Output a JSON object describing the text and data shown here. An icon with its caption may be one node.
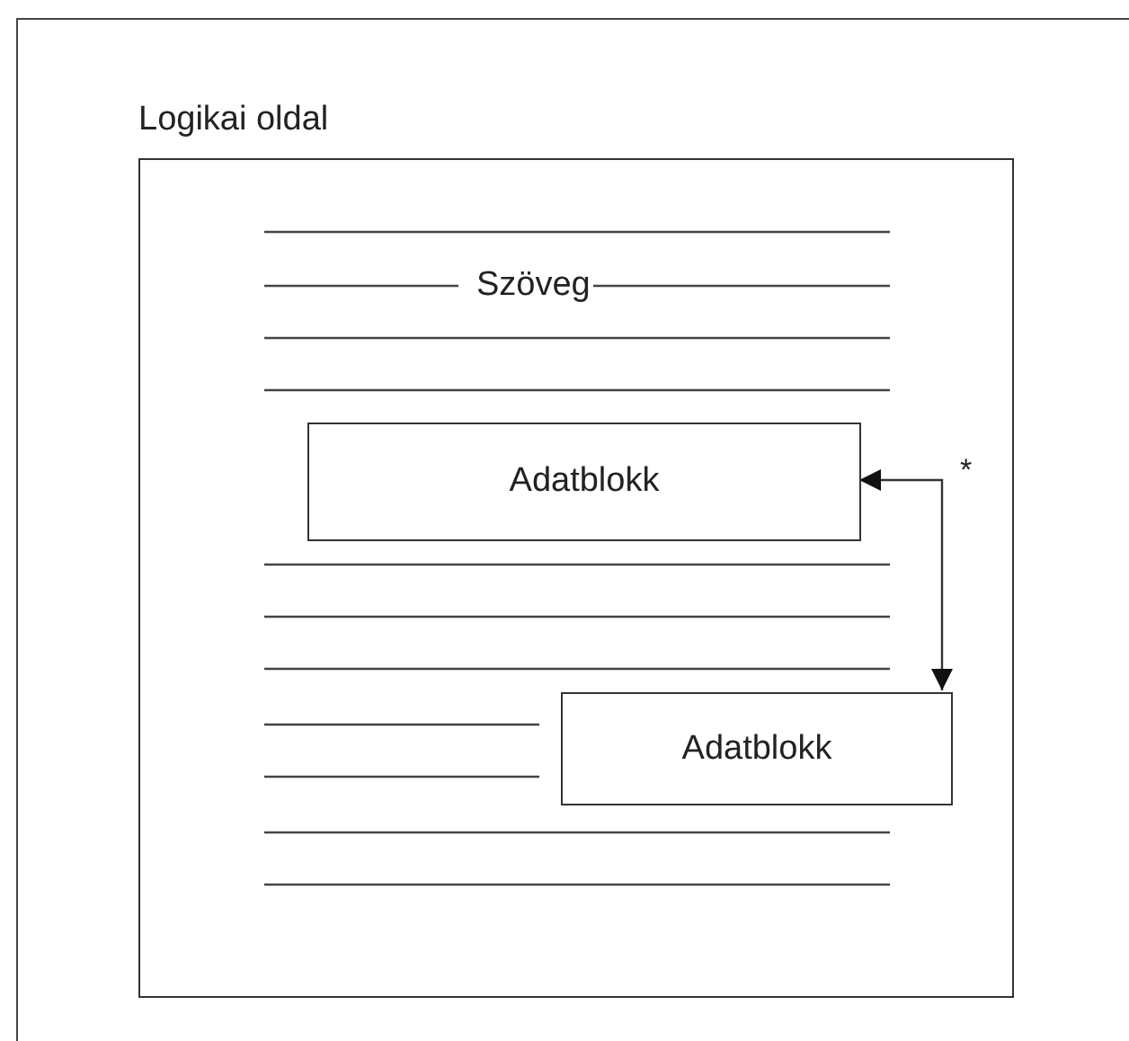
{
  "diagram": {
    "nodes": [
      {
        "text": [
          "Logikai oldal"
        ]
      },
      {
        "text": [
          "Adatblokk"
        ],
        "in": 0
      },
      {
        "text": [
          "Adatblokk"
        ],
        "in": 0
      }
    ],
    "edges": [
      {
        "from": 1,
        "to": 2,
        "arrow": "both",
        "label": "*"
      }
    ],
    "labels": [
      "Szöveg"
    ]
  }
}
